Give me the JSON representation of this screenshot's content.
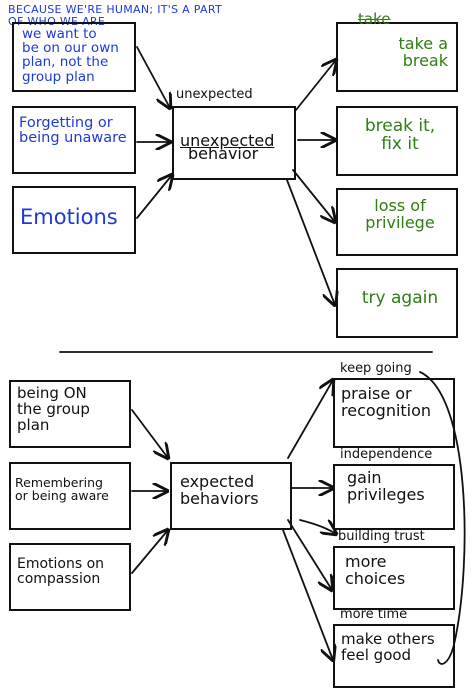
{
  "header_note": "BECAUSE WE'RE HUMAN; IT'S A PART\nOF WHO WE ARE",
  "top": {
    "causes": [
      {
        "label": "we want to\nbe on our own\nplan, not the\ngroup plan"
      },
      {
        "label": "Forgetting or\nbeing unaware"
      },
      {
        "label": "Emotions"
      }
    ],
    "center_note": "unexpected",
    "center_word_crossed": "un",
    "center_word": "expected",
    "center_behavior": "behavior",
    "outcomes": [
      {
        "crossed": "take",
        "label": "take a\nbreak"
      },
      {
        "label": "break it,\nfix it"
      },
      {
        "label": "loss of\nprivilege"
      },
      {
        "label": "try again"
      }
    ]
  },
  "bottom": {
    "causes": [
      {
        "label": "being ON\nthe group\nplan"
      },
      {
        "label": "Remembering\nor being aware"
      },
      {
        "label": "Emotions on\ncompassion"
      }
    ],
    "center": "expected\nbehaviors",
    "outcomes": [
      {
        "note": "keep going",
        "label": "praise or\nrecognition"
      },
      {
        "note": "independence",
        "label": "gain\nprivileges"
      },
      {
        "note": "building trust",
        "label": "more\nchoices"
      },
      {
        "note": "more time",
        "label": "make others\nfeel good"
      }
    ]
  },
  "colors": {
    "blue": "#1e3ad8",
    "green": "#2f7d14",
    "ink": "#111111"
  }
}
